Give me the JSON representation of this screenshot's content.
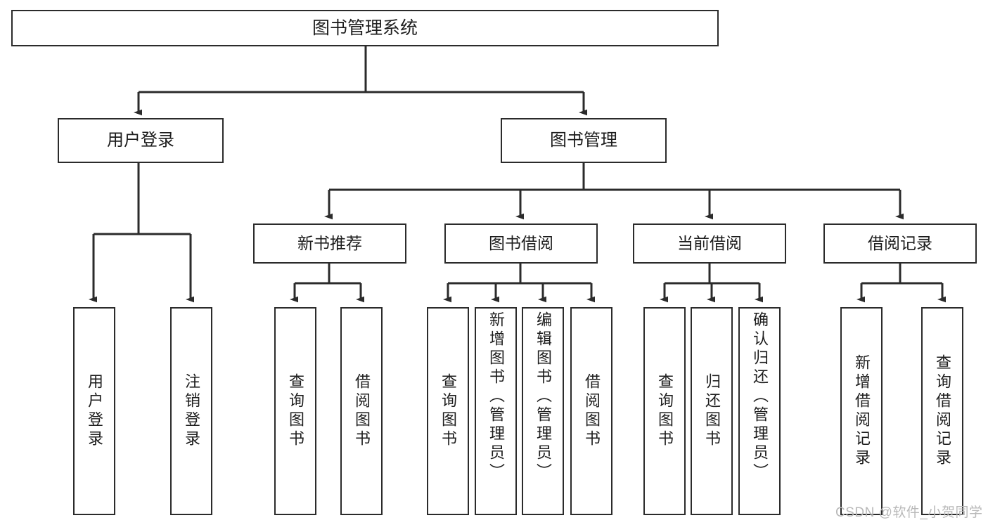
{
  "diagram": {
    "title": "图书管理系统",
    "type": "tree-hierarchy-chart",
    "root": {
      "label": "图书管理系统"
    },
    "level2": [
      {
        "label": "用户登录"
      },
      {
        "label": "图书管理"
      }
    ],
    "level3": [
      {
        "label": "新书推荐"
      },
      {
        "label": "图书借阅"
      },
      {
        "label": "当前借阅"
      },
      {
        "label": "借阅记录"
      }
    ],
    "leaves": {
      "user_login": [
        {
          "label": "用户登录"
        },
        {
          "label": "注销登录"
        }
      ],
      "new_book_recommend": [
        {
          "label": "查询图书"
        },
        {
          "label": "借阅图书"
        }
      ],
      "book_borrow": [
        {
          "label": "查询图书"
        },
        {
          "label": "新增图书（管理员）"
        },
        {
          "label": "编辑图书（管理员）"
        },
        {
          "label": "借阅图书"
        }
      ],
      "current_borrow": [
        {
          "label": "查询图书"
        },
        {
          "label": "归还图书"
        },
        {
          "label": "确认归还（管理员）"
        }
      ],
      "borrow_record": [
        {
          "label": "新增借阅记录"
        },
        {
          "label": "查询借阅记录"
        }
      ]
    }
  },
  "watermark": {
    "text": "CSDN @软件_小贺同学"
  },
  "colors": {
    "stroke": "#2b2b2b",
    "box_fill": "#ffffff",
    "text": "#1d1d1d",
    "watermark": "#b9b9b9",
    "page_background": "#ffffff"
  }
}
